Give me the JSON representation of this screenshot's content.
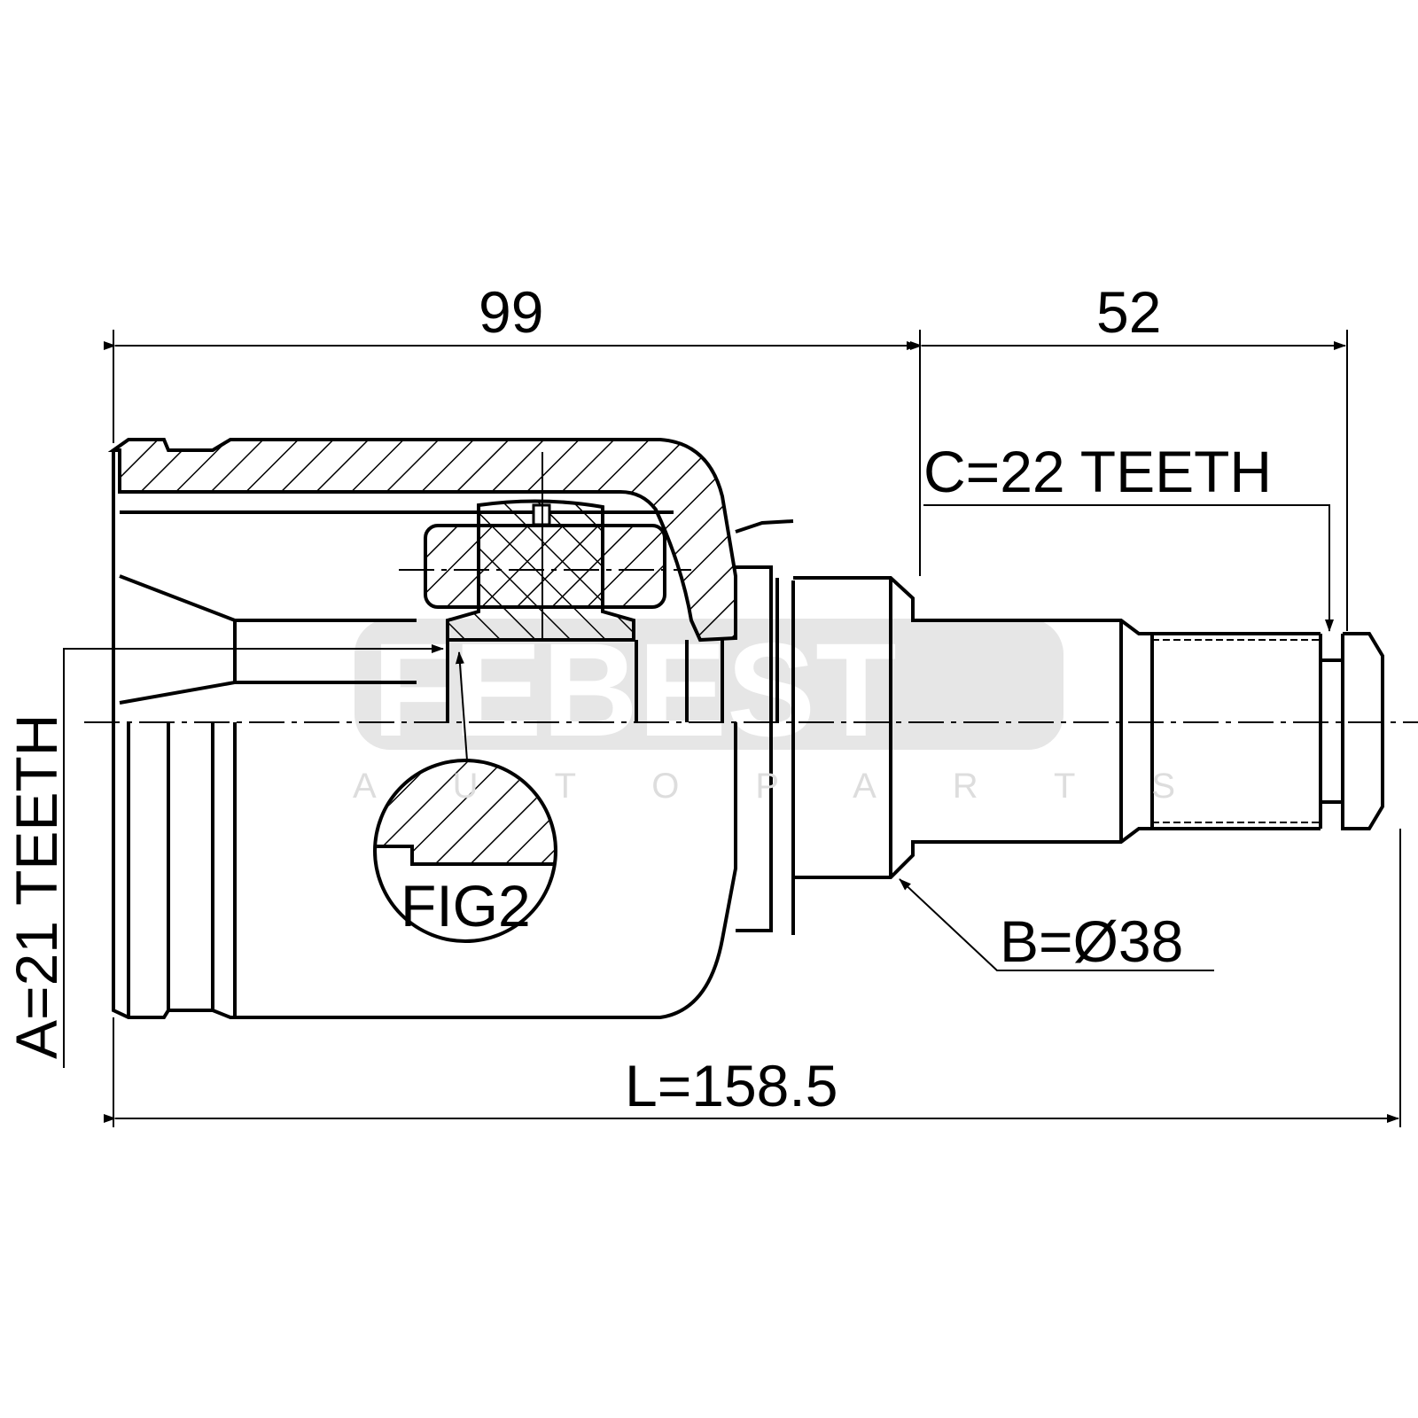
{
  "dimensions": {
    "housing_length": "99",
    "shaft_length": "52",
    "total_length": "L=158.5",
    "outer_spline": "C=22 TEETH",
    "inner_spline": "A=21 TEETH",
    "seal_diameter": "B=Ø38"
  },
  "detail_label": "FIG2",
  "watermark": {
    "brand": "FEBEST",
    "subtitle": "AUTOPARTS"
  }
}
